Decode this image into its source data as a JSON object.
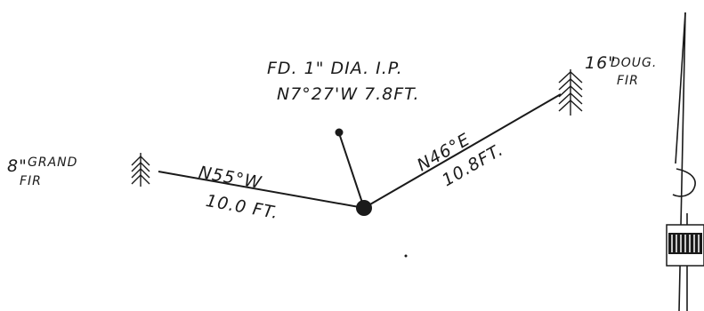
{
  "sketch": {
    "found_monument": {
      "line1": "FD. 1\" DIA. I.P.",
      "line2": "N7°27'W 7.8FT."
    },
    "left_tree": {
      "size": "8\"",
      "species_word1": "GRAND",
      "species_word2": "FIR"
    },
    "right_tree": {
      "size": "16\"",
      "species_word1": "DOUG.",
      "species_word2": "FIR"
    },
    "left_tie": {
      "bearing": "N55°W",
      "distance": "10.0 FT."
    },
    "right_tie": {
      "bearing": "N46°E",
      "distance": "10.8FT."
    }
  },
  "colors": {
    "ink": "#1a1a1a"
  }
}
